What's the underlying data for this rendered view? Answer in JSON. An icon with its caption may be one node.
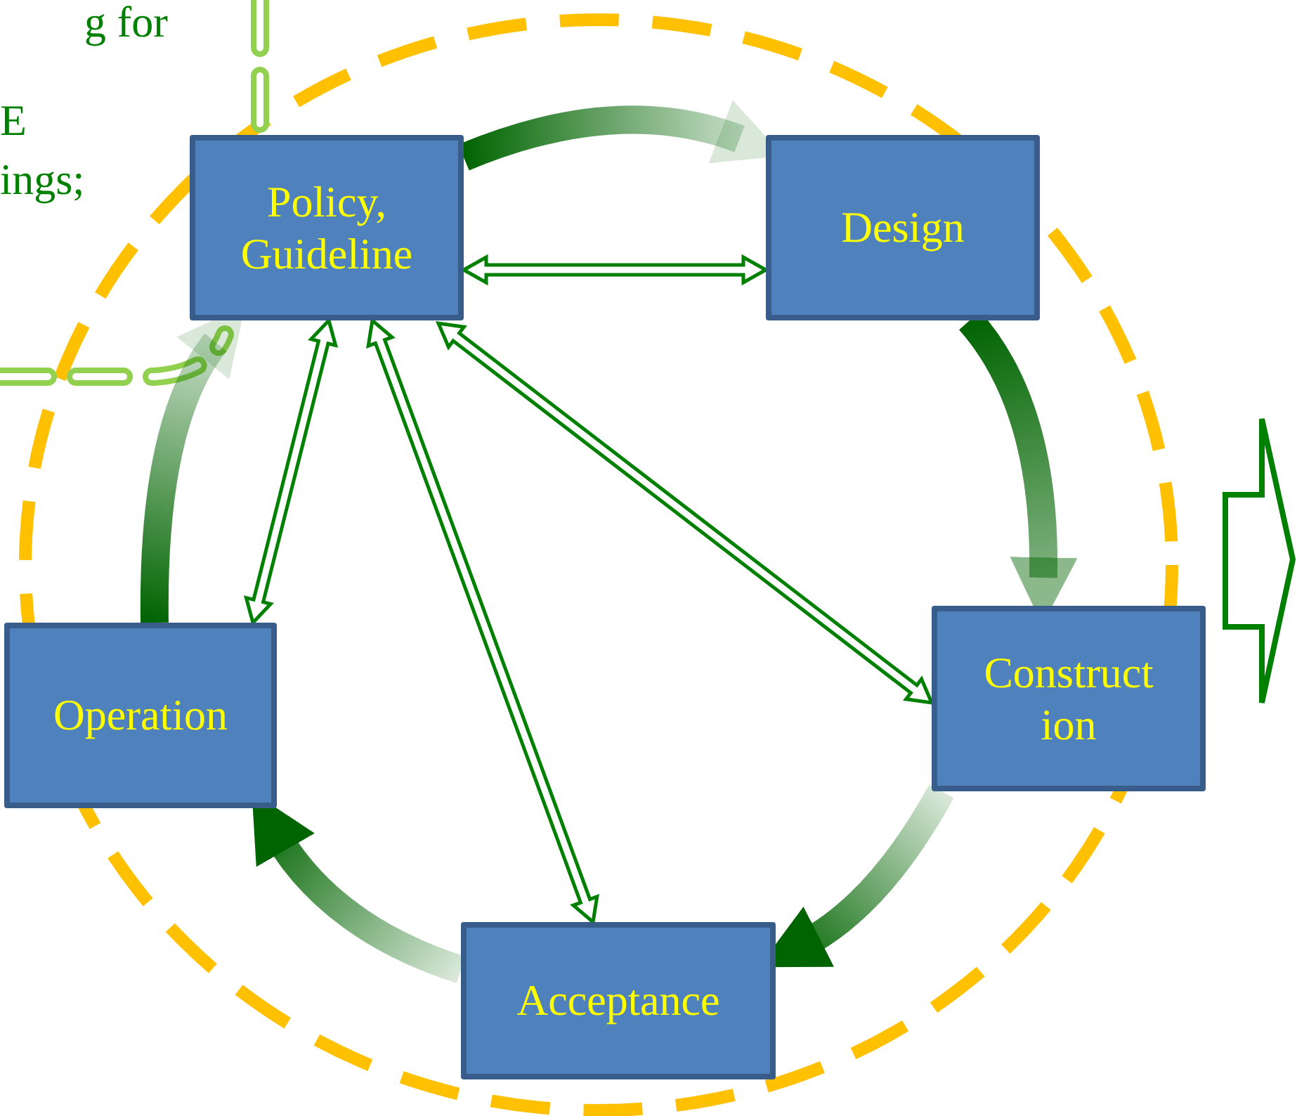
{
  "diagram": {
    "nodes": [
      {
        "text": [
          "Policy, Guideline"
        ]
      },
      {
        "text": [
          "Design"
        ]
      },
      {
        "text": [
          "Construct ion"
        ]
      },
      {
        "text": [
          "Acceptance"
        ]
      },
      {
        "text": [
          "Operation"
        ]
      }
    ],
    "edges": [
      {
        "from": 0,
        "to": 1,
        "arrow": "to",
        "style": "thick"
      },
      {
        "from": 1,
        "to": 2,
        "arrow": "to",
        "style": "thick"
      },
      {
        "from": 2,
        "to": 3,
        "arrow": "to",
        "style": "thick"
      },
      {
        "from": 3,
        "to": 4,
        "arrow": "to",
        "style": "thick"
      },
      {
        "from": 4,
        "to": 0,
        "arrow": "to",
        "style": "thick"
      },
      {
        "from": 0,
        "to": 1,
        "arrow": "both"
      },
      {
        "from": 0,
        "to": 2,
        "arrow": "both"
      },
      {
        "from": 0,
        "to": 3,
        "arrow": "both"
      },
      {
        "from": 0,
        "to": 4,
        "arrow": "both"
      }
    ],
    "labels": [
      "g for",
      "E",
      "ings;"
    ]
  }
}
